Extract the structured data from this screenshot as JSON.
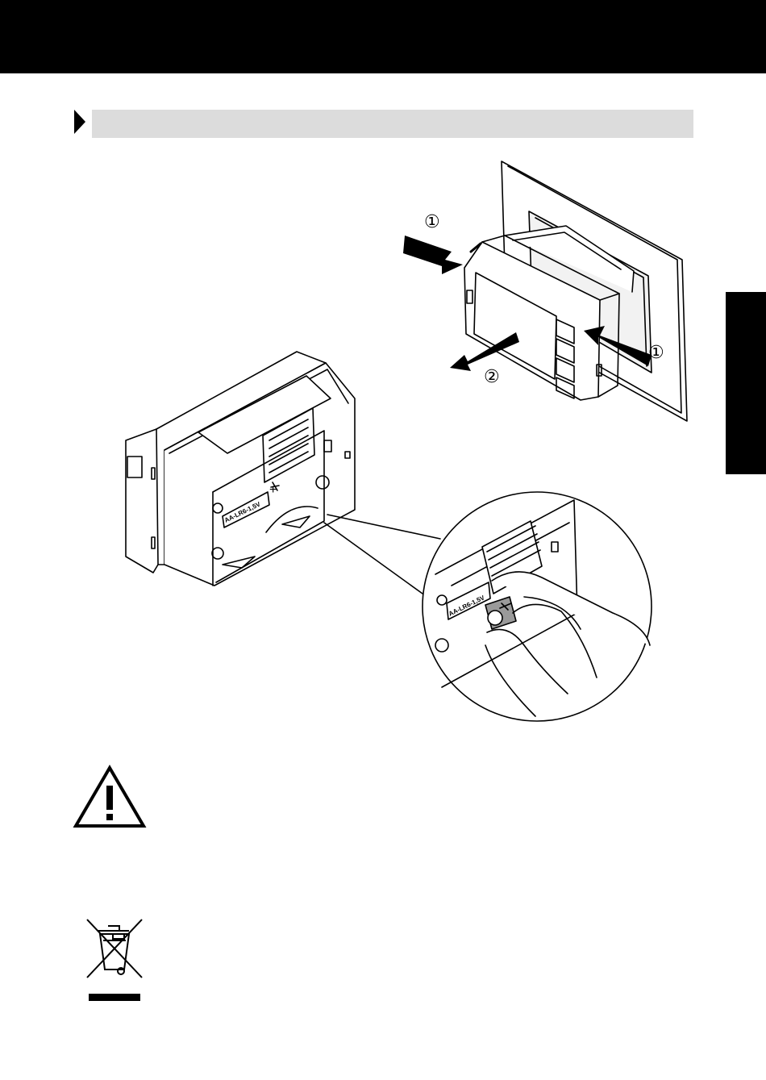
{
  "header": {},
  "section": {
    "title": ""
  },
  "side_tab": {
    "label": ""
  },
  "figure": {
    "callouts": [
      {
        "label": "①"
      },
      {
        "label": "①"
      },
      {
        "label": "②"
      }
    ],
    "battery_marking": "AA-LR6-1,5V",
    "polarity_symbol": "+"
  },
  "icons": {
    "warning": "warning-triangle-icon",
    "weee": "crossed-out-wheelie-bin-icon"
  }
}
